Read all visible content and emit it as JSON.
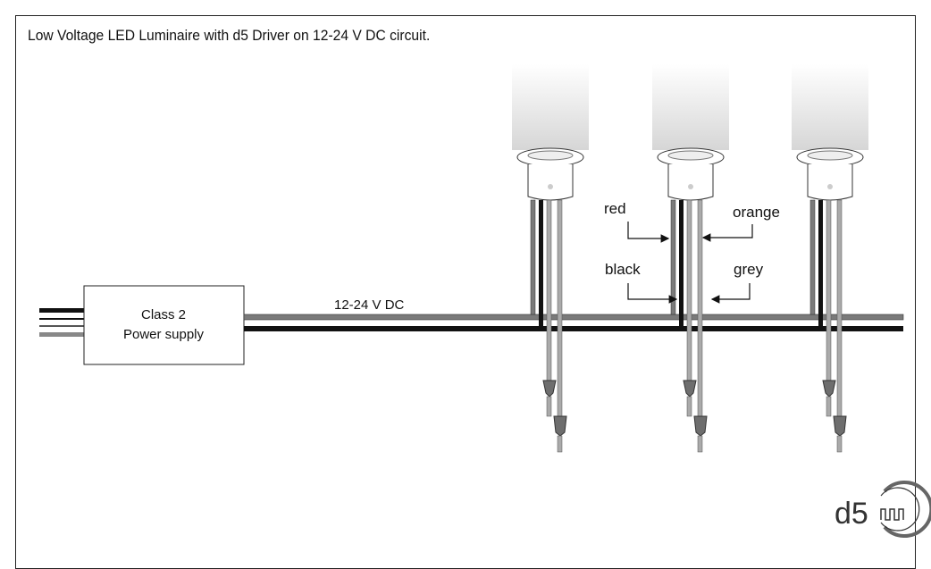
{
  "title": "Low Voltage LED Luminaire with d5 Driver on 12-24 V DC circuit.",
  "power_supply": {
    "line1": "Class 2",
    "line2": "Power supply"
  },
  "bus_label": "12-24 V DC",
  "wire_labels": {
    "red": "red",
    "orange": "orange",
    "black": "black",
    "grey": "grey"
  },
  "logo": {
    "text": "d5"
  },
  "colors": {
    "wire_black": "#111111",
    "wire_grey": "#7a7a7a",
    "wire_light": "#b5b5b5",
    "connector": "#6e6e6e"
  }
}
